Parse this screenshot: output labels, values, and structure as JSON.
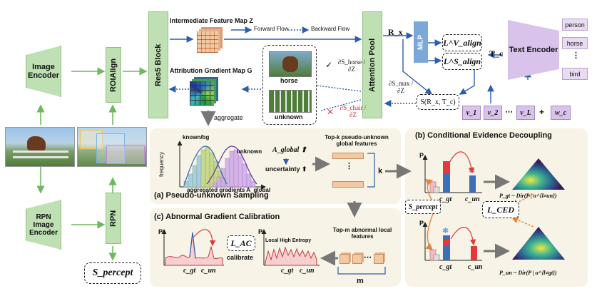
{
  "encoders": {
    "image_encoder": "Image Encoder",
    "rpn_image_encoder": "RPN Image Encoder",
    "roialign": "ROIAlign",
    "rpn": "RPN",
    "res5": "Res5 Block",
    "attention_pool": "Attention Pool",
    "mlp": "MLP",
    "text_encoder": "Text Encoder"
  },
  "flow": {
    "intermediate_map": "Intermediate Feature Map Z",
    "forward": "Forward Flow",
    "backward": "Backward Flow",
    "attribution_map": "Attribution Gradient Map G",
    "aggregate": "aggregate"
  },
  "grads": {
    "horse": "∂S_horse / ∂Z",
    "max": "∂S_max / ∂Z",
    "chair": "∂S_chair / ∂Z",
    "check": "✓",
    "cross": "✕"
  },
  "symbols": {
    "rx": "R_x",
    "tc": "T_c",
    "similarity": "S(R_x, T_c)",
    "l_align_v": "L^V_align",
    "l_align_s": "L^S_align",
    "s_percept": "S_percept",
    "l_ced": "L_CED",
    "l_ac": "L_AC"
  },
  "crop_labels": {
    "horse": "horse",
    "unknown": "unknown"
  },
  "text_labels": [
    "person",
    "horse",
    "⋮",
    "bird"
  ],
  "prompt_tokens": [
    "v_1",
    "v_2",
    "⋯",
    "v_L",
    "+",
    "w_c"
  ],
  "panel_a": {
    "title": "(a) Pseudo-unknown Sampling",
    "ylabel": "frequency",
    "legend_known": "known/bg",
    "legend_unknown": "unknown",
    "xlabel": "aggregated gradients A_global",
    "a_global": "A_global ⬆",
    "uncertainty": "uncertainty ⬆",
    "topk": "Top-k pseudo-unknown global features",
    "k": "k"
  },
  "panel_b": {
    "title": "(b) Conditional Evidence Decoupling",
    "p": "P",
    "cgt": "c_gt",
    "cun": "c_un",
    "dir_gt": "P_gt ~ Dir(P | α^{l≠un})",
    "dir_un": "P_un ~ Dir(P | α^{l≠gt})"
  },
  "panel_c": {
    "title": "(c) Abnormal Gradient Calibration",
    "p": "P",
    "cgt": "c_gt",
    "cun": "c_un",
    "calibrate": "calibrate",
    "local_entropy": "Local High Entropy",
    "topm": "Top-m abnormal local features",
    "m": "m"
  },
  "colors": {
    "green": "#bfe0b3",
    "panel": "#f7f3e6",
    "blue": "#6d9fd8",
    "mlp": "#7ba7d9",
    "purple": "#d9c3ea",
    "feature": "#f3c9a4",
    "red": "#e23a3a"
  }
}
